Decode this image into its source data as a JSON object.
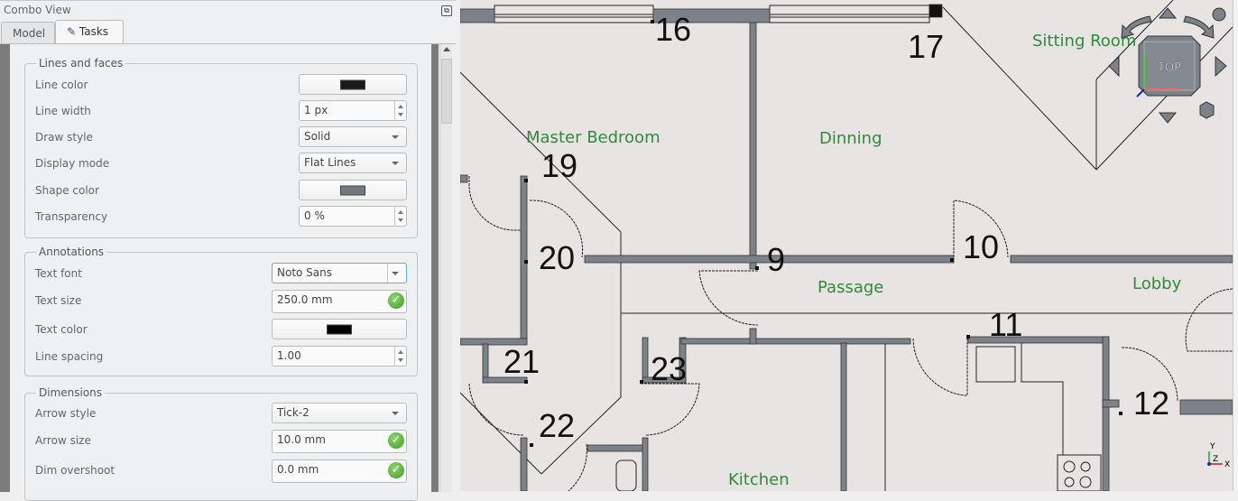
{
  "panel": {
    "title": "Combo View",
    "tabs": [
      {
        "label": "Model"
      },
      {
        "label": "Tasks",
        "icon": "pencil-icon"
      }
    ]
  },
  "groups": {
    "lines_faces": {
      "title": "Lines and faces",
      "rows": [
        {
          "label": "Line color",
          "type": "color",
          "color": "#1a1a1a"
        },
        {
          "label": "Line width",
          "type": "spin",
          "value": "1 px"
        },
        {
          "label": "Draw style",
          "type": "combo",
          "value": "Solid"
        },
        {
          "label": "Display mode",
          "type": "combo",
          "value": "Flat Lines"
        },
        {
          "label": "Shape color",
          "type": "color",
          "color": "#747980"
        },
        {
          "label": "Transparency",
          "type": "spin",
          "value": "0 %"
        }
      ]
    },
    "annotations": {
      "title": "Annotations",
      "rows": [
        {
          "label": "Text font",
          "type": "combo",
          "value": "Noto Sans"
        },
        {
          "label": "Text size",
          "type": "quantity",
          "value": "250.0 mm"
        },
        {
          "label": "Text color",
          "type": "color",
          "color": "#000000"
        },
        {
          "label": "Line spacing",
          "type": "spin",
          "value": "1.00"
        }
      ]
    },
    "dimensions": {
      "title": "Dimensions",
      "rows": [
        {
          "label": "Arrow style",
          "type": "combo",
          "value": "Tick-2"
        },
        {
          "label": "Arrow size",
          "type": "quantity",
          "value": "10.0 mm"
        },
        {
          "label": "Dim overshoot",
          "type": "quantity",
          "value": "0.0 mm"
        }
      ]
    }
  },
  "drawing": {
    "numbers": [
      "16",
      "17",
      "19",
      "20",
      "9",
      "10",
      "11",
      "12",
      "21",
      "22",
      "23"
    ],
    "rooms": [
      "Master Bedroom",
      "Dinning",
      "Sitting Room",
      "Passage",
      "Lobby",
      "Kitchen"
    ]
  },
  "navcube": {
    "face": "TOP"
  },
  "axes": {
    "x": "X",
    "y": "Y",
    "z": "Z"
  }
}
